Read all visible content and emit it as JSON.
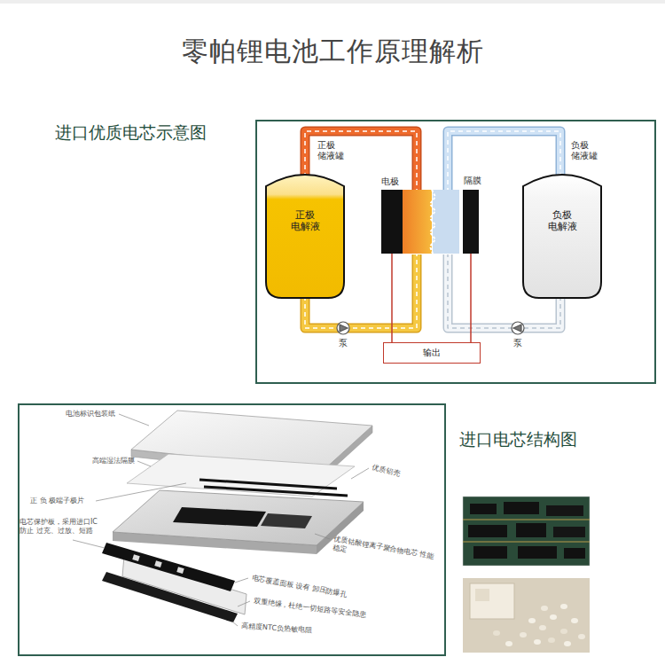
{
  "diagram": {
    "title": "零帕锂电池工作原理解析",
    "nodes": [
      {
        "text": [
          "正极 电解液"
        ]
      },
      {
        "text": [
          "负极 电解液"
        ]
      },
      {
        "text": [
          "输出"
        ]
      }
    ],
    "labels": [
      "进口优质电芯示意图",
      "正极 储液罐",
      "负极 储液罐",
      "电极",
      "隔膜",
      "泵",
      "泵",
      "进口电芯结构图",
      "电池标识包装纸",
      "高端湿法隔膜",
      "优质铝壳",
      "正 负 极端子极片",
      "电芯保护板，采用进口IC 防止 过充、过放、短路",
      "优质钴酸锂离子聚合物电芯 性能稳定",
      "电芯覆盖面板 设有 卸压防爆孔",
      "双重绝缘，杜绝一切短路等安全隐患",
      "高精度NTC负热敏电阻"
    ]
  }
}
